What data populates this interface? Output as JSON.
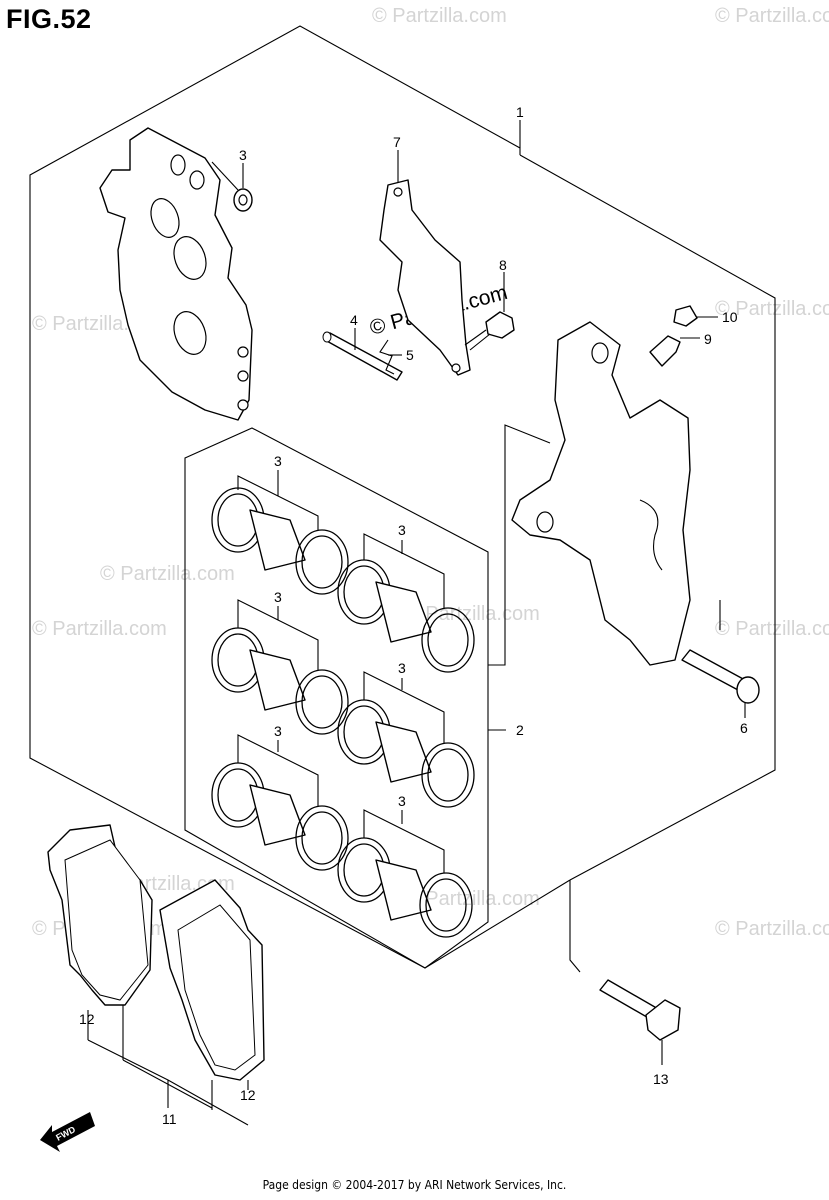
{
  "figure": {
    "title": "FIG.52"
  },
  "watermarks": {
    "text": "© Partzilla.com",
    "highlighted_text": "© Partzilla.com"
  },
  "callouts": [
    {
      "id": "callout-1",
      "label": "1"
    },
    {
      "id": "callout-2",
      "label": "2"
    },
    {
      "id": "callout-3a",
      "label": "3"
    },
    {
      "id": "callout-3b",
      "label": "3"
    },
    {
      "id": "callout-3c",
      "label": "3"
    },
    {
      "id": "callout-3d",
      "label": "3"
    },
    {
      "id": "callout-3e",
      "label": "3"
    },
    {
      "id": "callout-3f",
      "label": "3"
    },
    {
      "id": "callout-3g",
      "label": "3"
    },
    {
      "id": "callout-4",
      "label": "4"
    },
    {
      "id": "callout-5",
      "label": "5"
    },
    {
      "id": "callout-6",
      "label": "6"
    },
    {
      "id": "callout-7",
      "label": "7"
    },
    {
      "id": "callout-8",
      "label": "8"
    },
    {
      "id": "callout-9",
      "label": "9"
    },
    {
      "id": "callout-10",
      "label": "10"
    },
    {
      "id": "callout-11",
      "label": "11"
    },
    {
      "id": "callout-12a",
      "label": "12"
    },
    {
      "id": "callout-12b",
      "label": "12"
    },
    {
      "id": "callout-13",
      "label": "13"
    }
  ],
  "direction_arrow": {
    "label": "FWD"
  },
  "footer": {
    "text": "Page design © 2004-2017 by ARI Network Services, Inc."
  }
}
